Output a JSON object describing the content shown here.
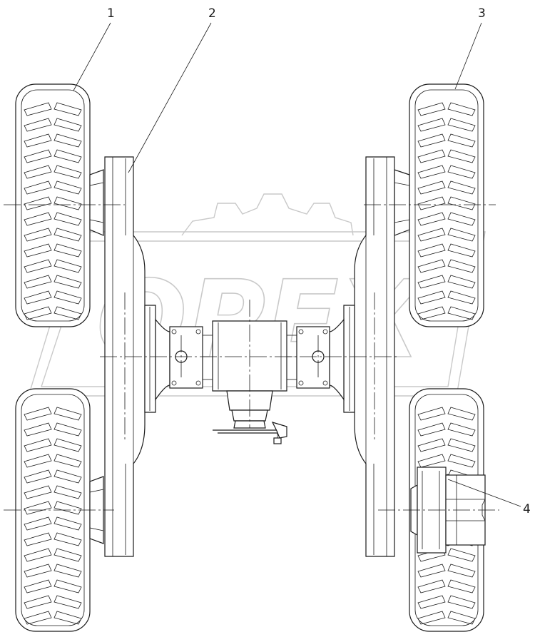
{
  "diagram": {
    "callouts": [
      {
        "id": "1",
        "label": "1"
      },
      {
        "id": "2",
        "label": "2"
      },
      {
        "id": "3",
        "label": "3"
      },
      {
        "id": "4",
        "label": "4"
      }
    ],
    "watermark": {
      "text": "OPEX"
    }
  }
}
